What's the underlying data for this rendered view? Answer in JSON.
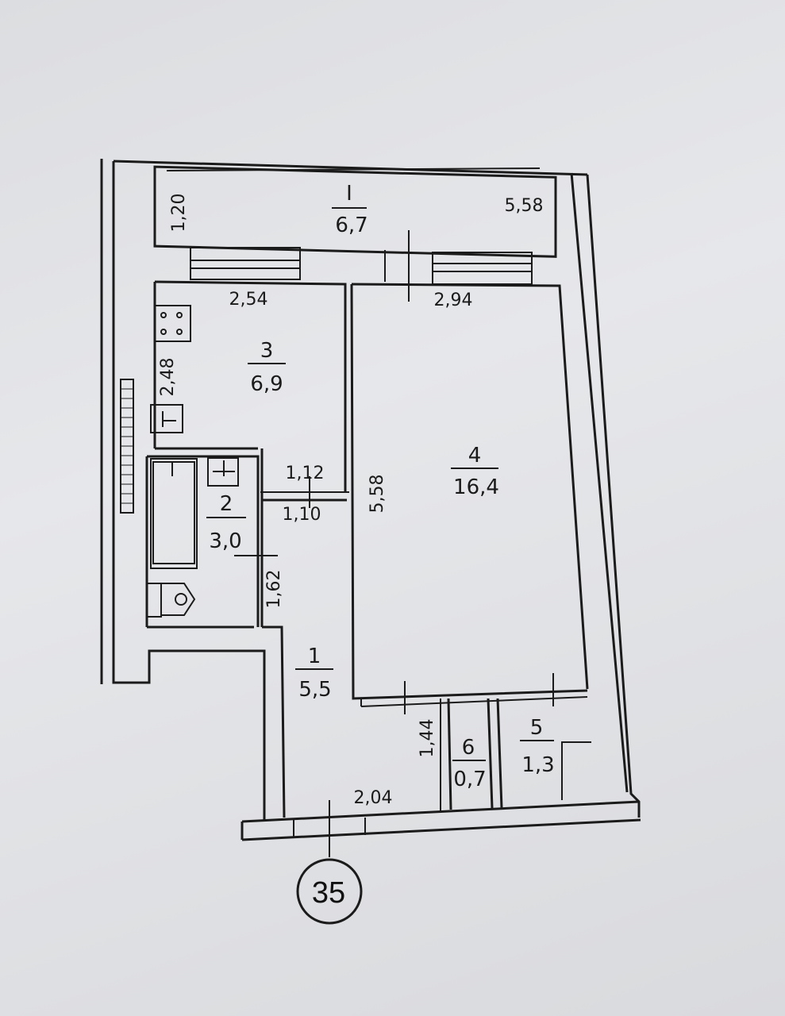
{
  "plan": {
    "rooms": [
      {
        "id": "I",
        "area": "6,7"
      },
      {
        "id": "1",
        "area": "5,5"
      },
      {
        "id": "2",
        "area": "3,0"
      },
      {
        "id": "3",
        "area": "6,9"
      },
      {
        "id": "4",
        "area": "16,4"
      },
      {
        "id": "5",
        "area": "1,3"
      },
      {
        "id": "6",
        "area": "0,7"
      }
    ],
    "dimensions": {
      "balcony_depth": "1,20",
      "balcony_length": "5,58",
      "kitchen_width": "2,54",
      "living_width": "2,94",
      "kitchen_depth": "2,48",
      "living_length": "5,58",
      "bath_top": "1,12",
      "hall_top": "1,10",
      "bath_side": "1,62",
      "closet_depth": "1,44",
      "hall_bottom": "2,04"
    },
    "apartment_number": "35"
  }
}
